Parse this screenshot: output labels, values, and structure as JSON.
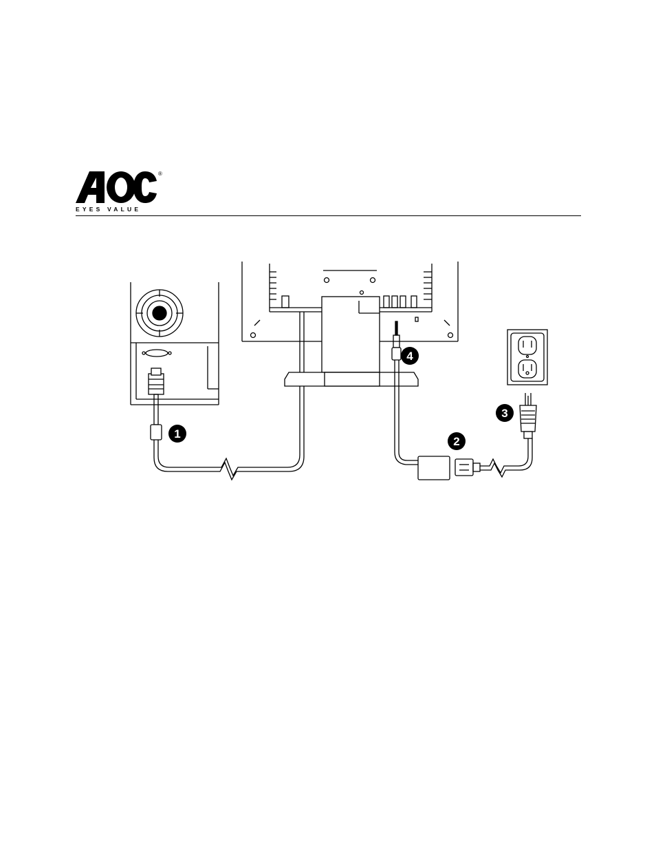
{
  "logo": {
    "brand": "AOC",
    "registered_mark": "®",
    "tagline": "EYES VALUE"
  },
  "diagram": {
    "steps": [
      {
        "number": "1"
      },
      {
        "number": "2"
      },
      {
        "number": "3"
      },
      {
        "number": "4"
      }
    ]
  }
}
